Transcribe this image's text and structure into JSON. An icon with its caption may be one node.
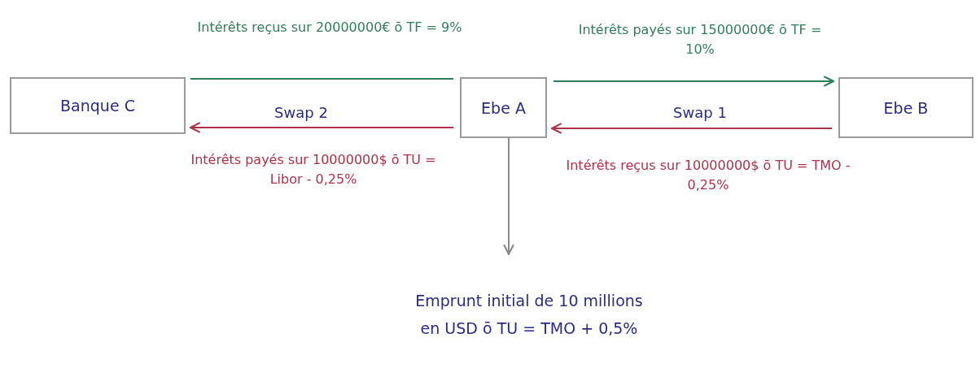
{
  "diagram": {
    "nodes": [
      {
        "text": [
          "Banque C"
        ]
      },
      {
        "text": [
          "Ebe A"
        ]
      },
      {
        "text": [
          "Ebe B"
        ]
      },
      {
        "text": [
          "Emprunt initial de 10 millions en USD ō TU = TMO + 0,5%"
        ]
      }
    ],
    "edges": [
      {
        "from": 1,
        "to": 0,
        "arrow": "none",
        "color": "#2e7d5b",
        "label": "Intérêts reçus sur 20000000€ ō TF = 9%"
      },
      {
        "from": 1,
        "to": 0,
        "arrow": "to",
        "color": "#b0304a",
        "label": "Intérêts payés sur 10000000$ ō TU = Libor - 0,25%"
      },
      {
        "from": 1,
        "to": 2,
        "arrow": "to",
        "color": "#2e7d5b",
        "label": "Intérêts payés sur 15000000€ ō TF = 10%"
      },
      {
        "from": 2,
        "to": 1,
        "arrow": "to",
        "color": "#b0304a",
        "label": "Intérêts reçus sur 10000000$ ō TU = TMO - 0,25%"
      },
      {
        "from": 1,
        "to": 3,
        "arrow": "to",
        "color": "#8a8a8a"
      }
    ],
    "labels": [
      "Swap 2",
      "Swap 1"
    ]
  }
}
